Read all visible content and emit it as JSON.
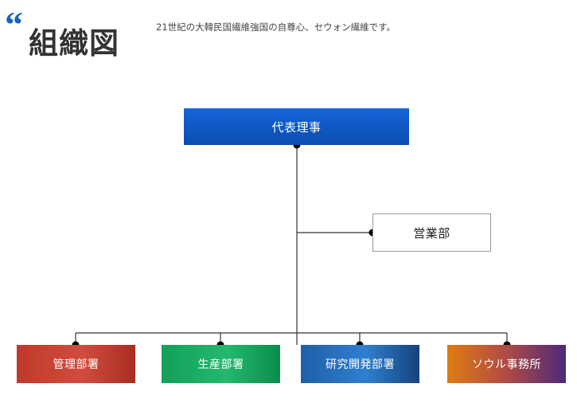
{
  "header": {
    "quote_icon": "quote-mark-icon",
    "title": "組織図",
    "subtitle": "21世紀の大韓民国繊維強国の自尊心、セウォン繊維です。"
  },
  "chart_data": {
    "type": "diagram",
    "title": "組織図",
    "orientation": "top-down",
    "nodes": [
      {
        "id": "root",
        "label": "代表理事",
        "level": 0,
        "style": "filled-blue",
        "color": "#0f58c4",
        "text_color": "#ffffff"
      },
      {
        "id": "sales",
        "label": "営業部",
        "level": 1,
        "style": "outlined-white",
        "color": "#ffffff",
        "text_color": "#222222"
      },
      {
        "id": "dept1",
        "label": "管理部署",
        "level": 2,
        "style": "filled-red",
        "color": "#c0392b",
        "text_color": "#ffffff"
      },
      {
        "id": "dept2",
        "label": "生産部署",
        "level": 2,
        "style": "filled-green",
        "color": "#12a05a",
        "text_color": "#ffffff"
      },
      {
        "id": "dept3",
        "label": "研究開発部署",
        "level": 2,
        "style": "filled-blue",
        "color": "#2f7fd0",
        "text_color": "#ffffff"
      },
      {
        "id": "dept4",
        "label": "ソウル事務所",
        "level": 2,
        "style": "filled-orange-purple",
        "color": "#b04a46",
        "text_color": "#ffffff"
      }
    ],
    "edges": [
      {
        "from": "root",
        "to": "sales"
      },
      {
        "from": "root",
        "to": "dept1"
      },
      {
        "from": "root",
        "to": "dept2"
      },
      {
        "from": "root",
        "to": "dept3"
      },
      {
        "from": "root",
        "to": "dept4"
      }
    ],
    "connector_color": "#333333",
    "connector_dot_color": "#000000"
  }
}
